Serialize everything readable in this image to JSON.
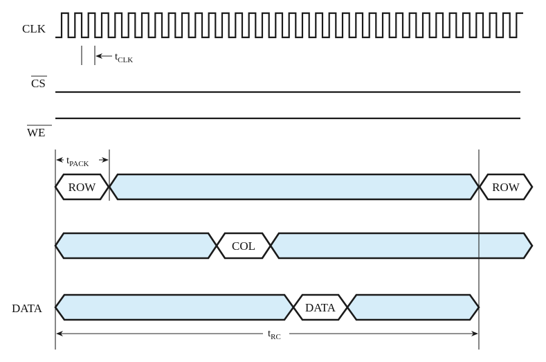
{
  "diagram": {
    "type": "timing-diagram",
    "colors": {
      "bus_fill": "#d6edf9",
      "idle_fill": "#ffffff",
      "line": "#1a1a1a"
    },
    "signals": {
      "clk": {
        "label": "CLK",
        "cycles": 35
      },
      "cs": {
        "label": "CS",
        "active_low": true,
        "state": "low"
      },
      "we": {
        "label": "WE",
        "active_low": true,
        "state": "high"
      },
      "address_row_bus": {
        "label": "",
        "segments": [
          {
            "text": "ROW",
            "kind": "value"
          },
          {
            "text": "",
            "kind": "hold"
          },
          {
            "text": "ROW",
            "kind": "value"
          }
        ]
      },
      "address_col_bus": {
        "label": "",
        "segments": [
          {
            "text": "",
            "kind": "hold"
          },
          {
            "text": "COL",
            "kind": "value"
          },
          {
            "text": "",
            "kind": "hold"
          }
        ]
      },
      "data_bus": {
        "label": "DATA",
        "segments": [
          {
            "text": "",
            "kind": "hold"
          },
          {
            "text": "DATA",
            "kind": "value"
          },
          {
            "text": "",
            "kind": "hold"
          }
        ]
      }
    },
    "timing_annotations": {
      "t_clk": {
        "base": "t",
        "sub": "CLK"
      },
      "t_pack": {
        "base": "t",
        "sub": "PACK"
      },
      "t_rc": {
        "base": "t",
        "sub": "RC"
      }
    }
  }
}
